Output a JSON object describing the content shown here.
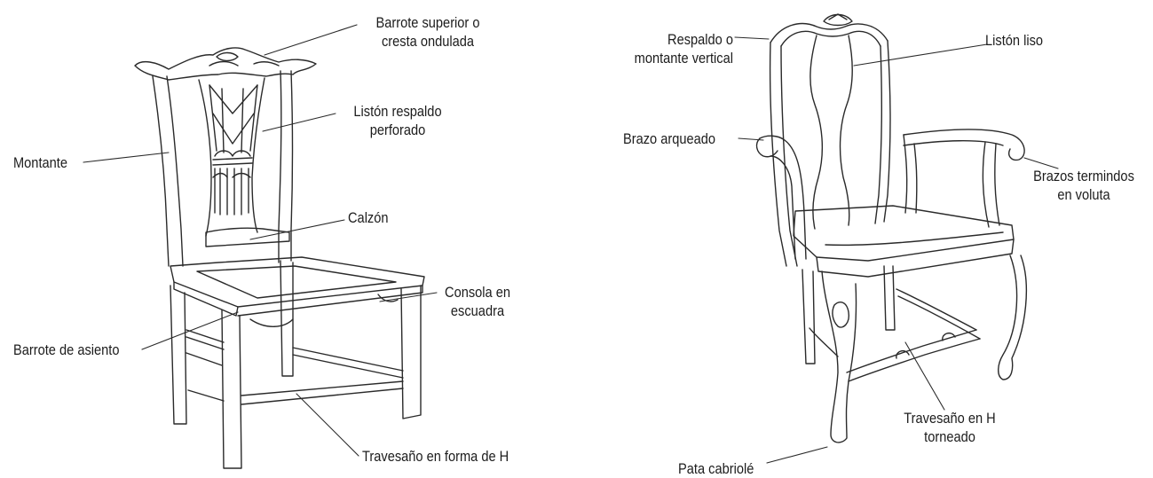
{
  "chair_left": {
    "labels": {
      "crest_rail": "Barrote superior o\ncresta ondulada",
      "pierced_splat": "Listón respaldo\nperforado",
      "stile": "Montante",
      "shoe": "Calzón",
      "corner_bracket": "Consola en\nescuadra",
      "seat_rail": "Barrote de asiento",
      "h_stretcher": "Travesaño en forma de H"
    }
  },
  "chair_right": {
    "labels": {
      "back_stile": "Respaldo o\nmontante vertical",
      "plain_splat": "Listón liso",
      "arched_arm": "Brazo arqueado",
      "scroll_arms": "Brazos termindos\nen voluta",
      "turned_stretcher": "Travesaño en H\ntorneado",
      "cabriole_leg": "Pata cabriolé"
    }
  },
  "colors": {
    "ink": "#2a2a2a",
    "text": "#1c1c1c"
  }
}
